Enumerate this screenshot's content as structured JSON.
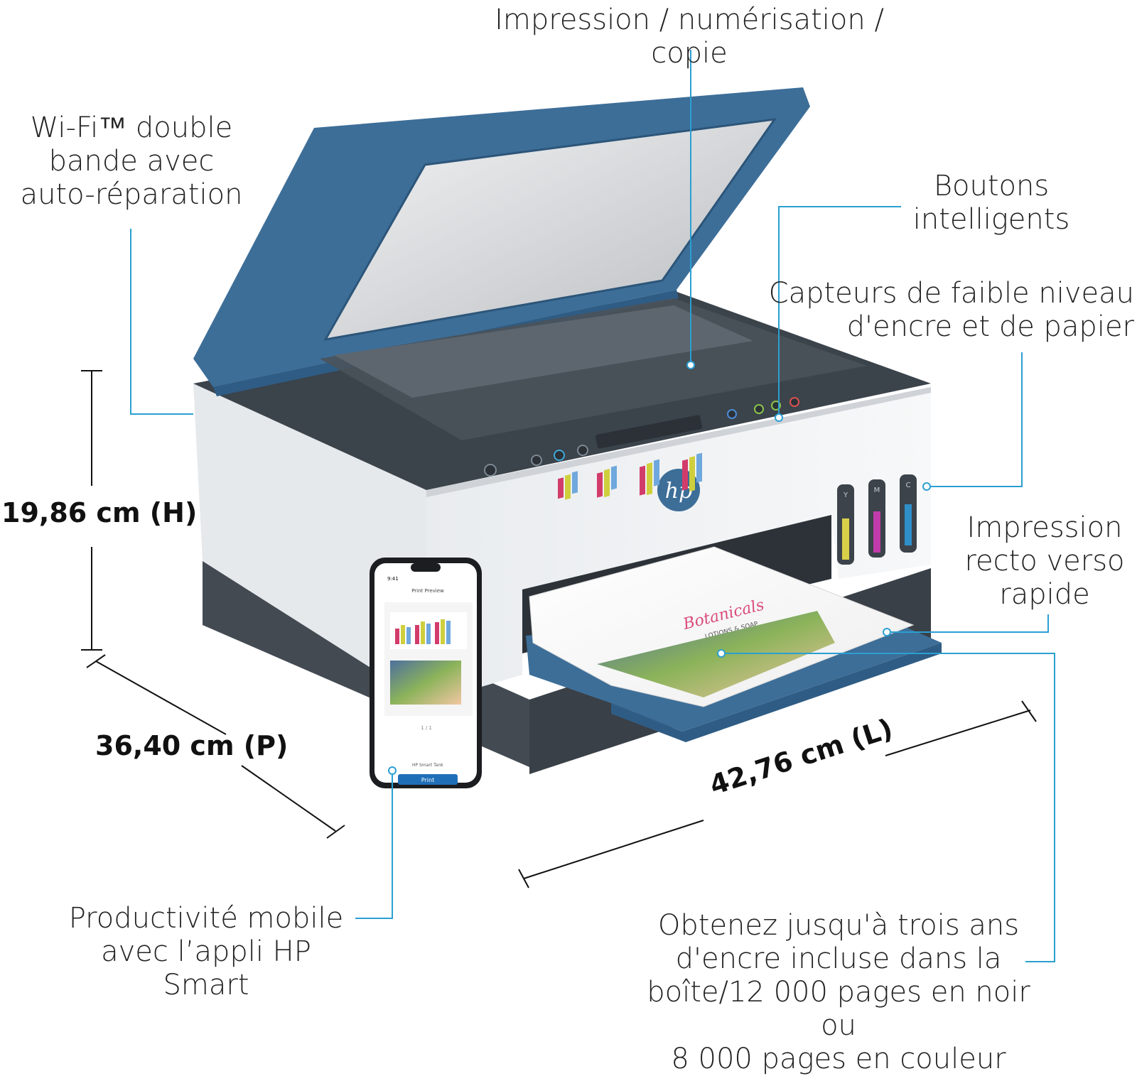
{
  "colors": {
    "callout_line": "#2b9fd1",
    "lid_blue": "#3d6e98",
    "body_white": "#f1f3f5",
    "base_dark": "#434a52",
    "text": "#232323"
  },
  "features": {
    "print_scan_copy": [
      "Impression / numérisation / copie"
    ],
    "wifi": [
      "Wi-Fi™ double",
      "bande avec",
      "auto-réparation"
    ],
    "smart_buttons": [
      "Boutons",
      "intelligents"
    ],
    "sensors": [
      "Capteurs de faible niveau",
      "d'encre et de papier"
    ],
    "duplex": [
      "Impression",
      "recto verso",
      "rapide"
    ],
    "mobile": [
      "Productivité mobile",
      "avec l’appli HP Smart"
    ],
    "ink": [
      "Obtenez jusqu'à trois ans",
      "d'encre incluse dans la",
      "boîte/12 000 pages en noir ou",
      "8 000 pages en couleur"
    ]
  },
  "dimensions": {
    "height": "19,86 cm (H)",
    "depth": "36,40 cm (P)",
    "width": "42,76 cm (L)"
  },
  "printer": {
    "brand_logo": "hp",
    "tank_labels": [
      "Y",
      "M",
      "C"
    ]
  },
  "phone": {
    "time": "9:41",
    "screen_title": "Print Preview",
    "page_count": "1 / 1",
    "printer_name": "HP Smart Tank",
    "print_button": "Print"
  },
  "printed_page": {
    "headline": "Botanicals",
    "subline": "LOTIONS & SOAP",
    "chart_title": "Ink Levels"
  }
}
